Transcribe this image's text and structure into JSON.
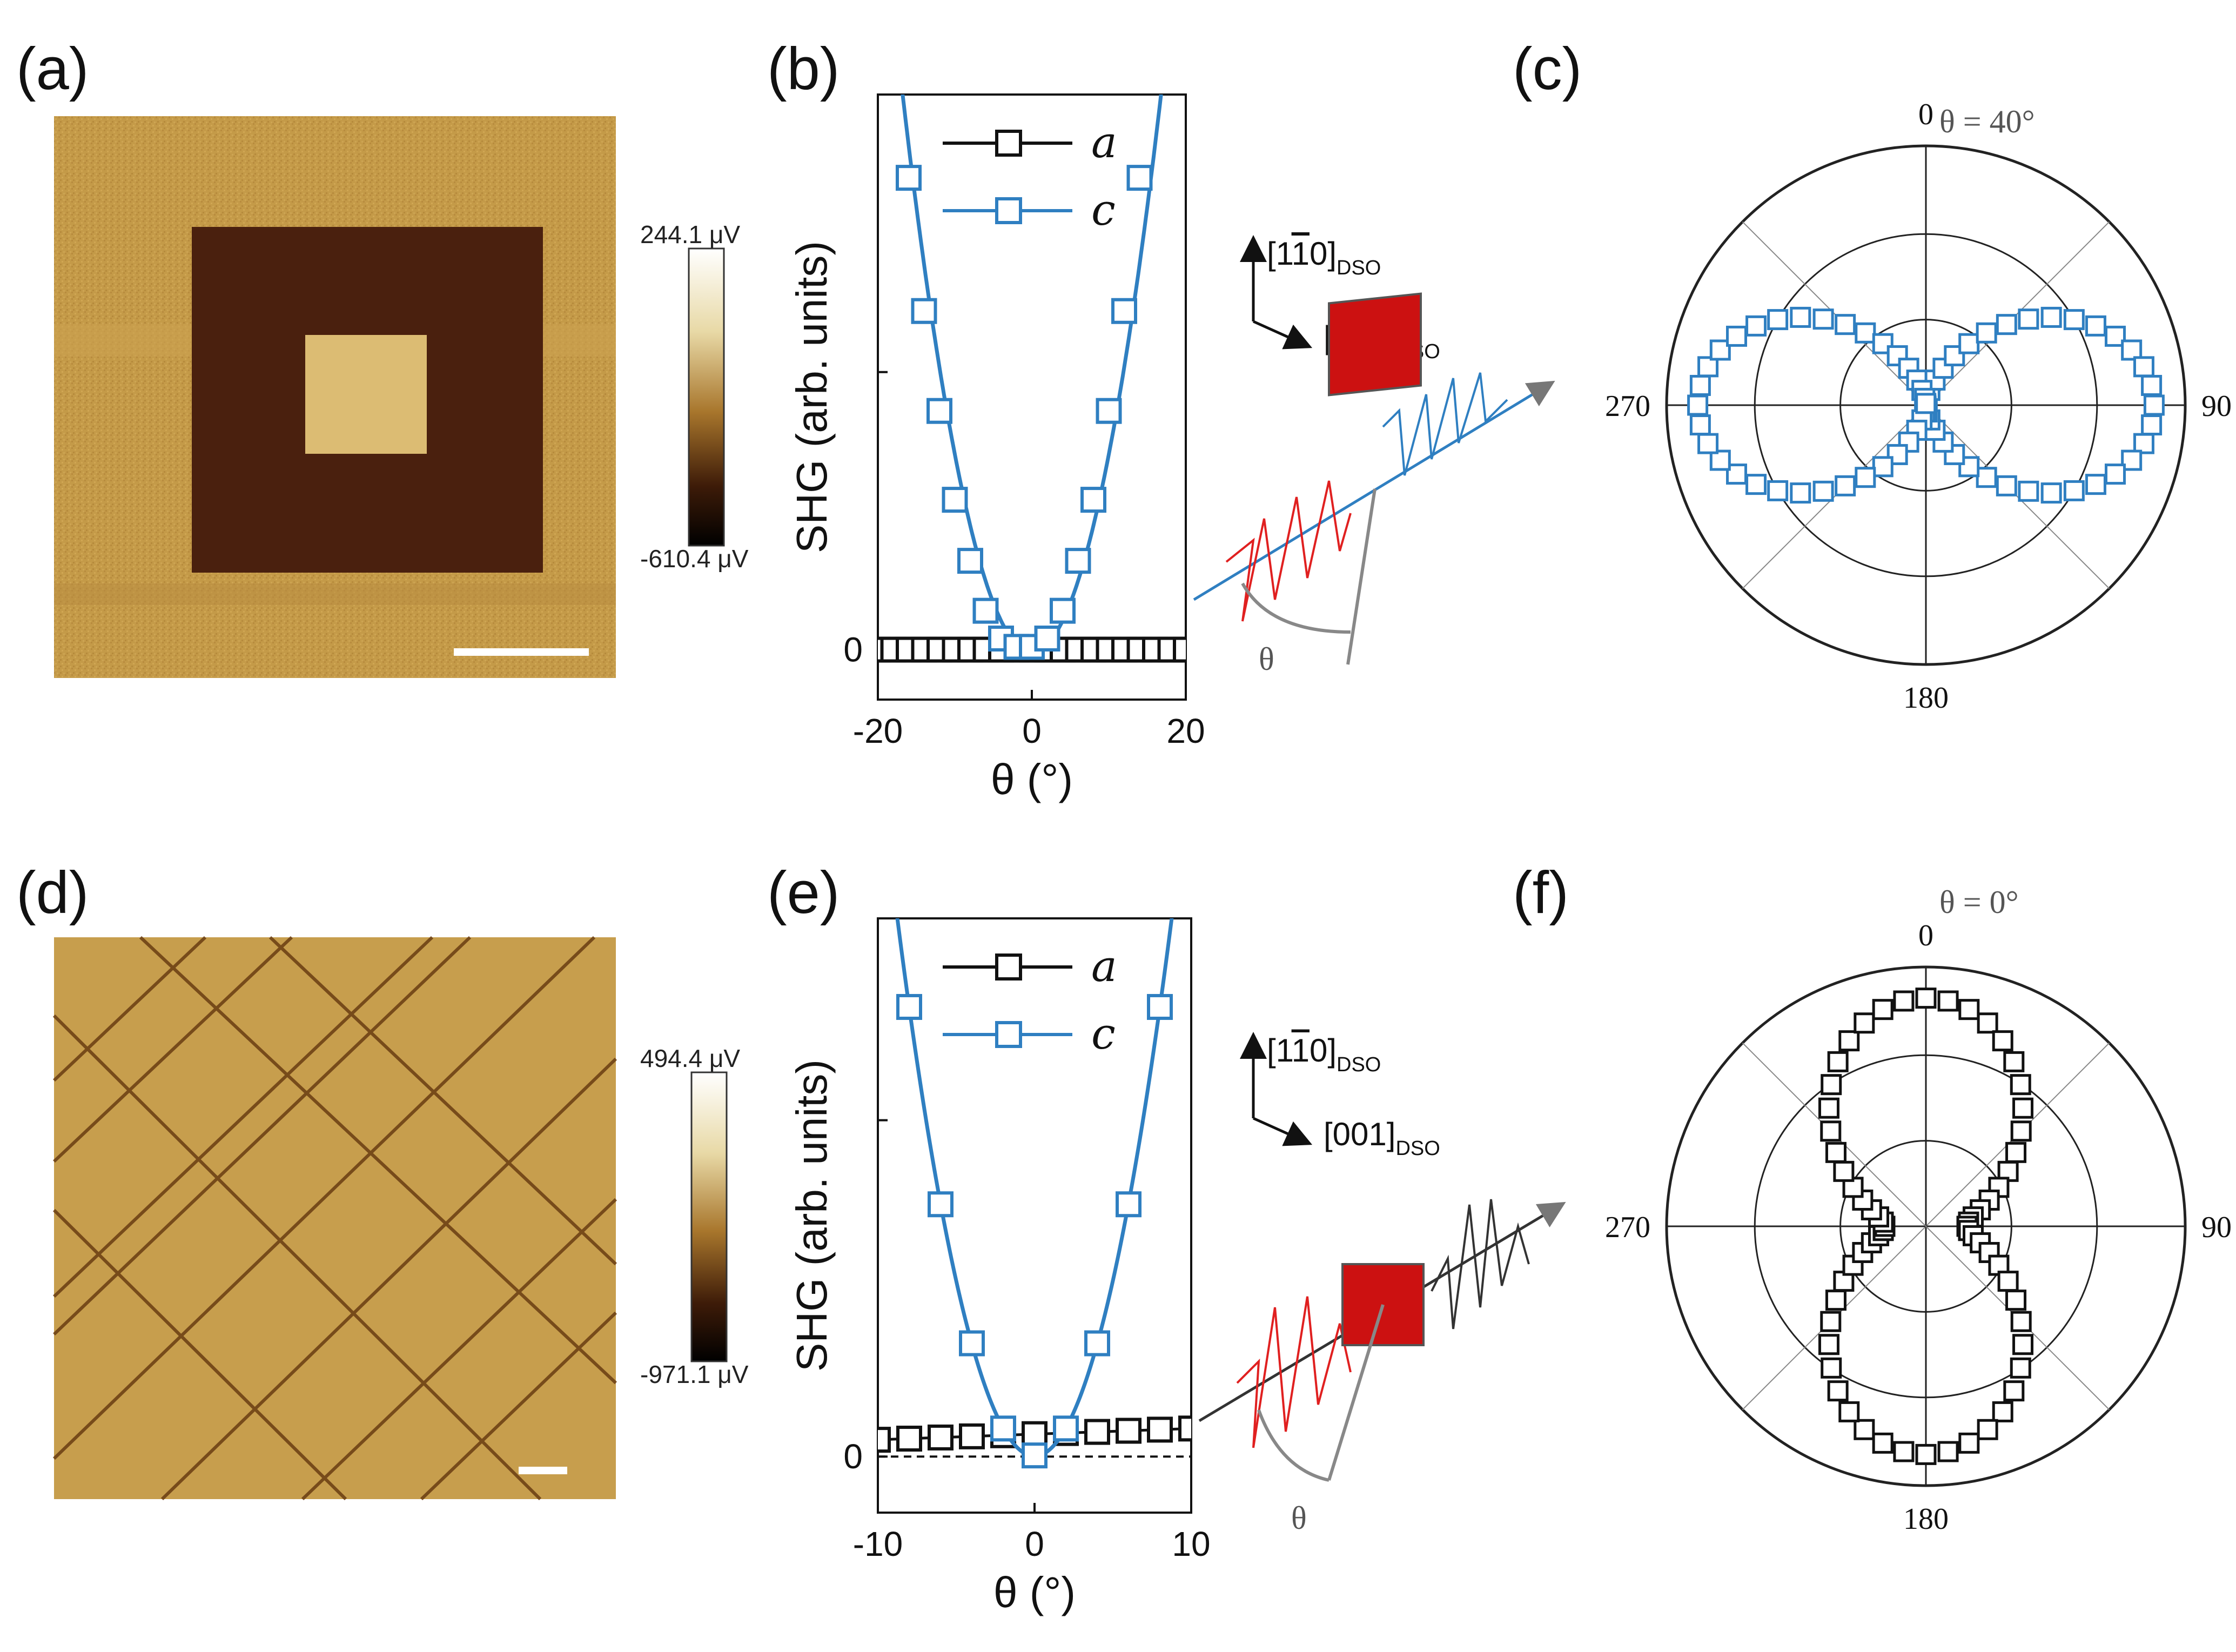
{
  "panels": {
    "a": {
      "label": "(a)",
      "colorbar": {
        "max": "244.1 μV",
        "min": "-610.4 μV"
      }
    },
    "b": {
      "label": "(b)"
    },
    "c": {
      "label": "(c)",
      "theta": "θ = 40°"
    },
    "d": {
      "label": "(d)",
      "colorbar": {
        "max": "494.4 μV",
        "min": "-971.1 μV"
      }
    },
    "e": {
      "label": "(e)"
    },
    "f": {
      "label": "(f)",
      "theta": "θ = 0°"
    }
  },
  "crystal_axes": {
    "axis_vertical": "[1",
    "overbar": "1",
    "axis_vertical_end": "0]",
    "axis_horizontal": "[001]",
    "subscript": "DSO"
  },
  "schematic": {
    "angle_label": "θ"
  },
  "colors": {
    "a_series": "#111111",
    "c_series": "#2f7fc1",
    "laser_in": "#e02020",
    "crystal": "#cc1111",
    "afm_bright": "#f3e6b8",
    "afm_mid": "#c39a4a",
    "afm_dark": "#3a1a08"
  },
  "chart_data": [
    {
      "panel": "b",
      "type": "line",
      "xlabel": "θ (°)",
      "ylabel": "SHG (arb. units)",
      "xlim": [
        -20,
        20
      ],
      "ylim": [
        -0.09,
        1.0
      ],
      "xticks": [
        "-20",
        "0",
        "20"
      ],
      "yticks": [
        {
          "value": 0,
          "label": "0"
        },
        {
          "value": 0.5,
          "label": ""
        }
      ],
      "legend": {
        "position": "top-left"
      },
      "series": [
        {
          "name": "a",
          "marker": "square",
          "x": [
            -20,
            -18,
            -16,
            -14,
            -12,
            -10,
            -8,
            -6,
            -4,
            -2,
            0,
            2,
            4,
            6,
            8,
            10,
            12,
            14,
            16,
            18,
            20
          ],
          "y": [
            0,
            0,
            0,
            0,
            0,
            0,
            0,
            0,
            0,
            0,
            0,
            0,
            0,
            0,
            0,
            0,
            0,
            0,
            0,
            0,
            0
          ]
        },
        {
          "name": "c",
          "marker": "square",
          "x": [
            -16,
            -14,
            -12,
            -10,
            -8,
            -6,
            -4,
            -2,
            0,
            2,
            4,
            6,
            8,
            10,
            12,
            14
          ],
          "y": [
            0.85,
            0.61,
            0.43,
            0.27,
            0.16,
            0.07,
            0.02,
            0.005,
            0.005,
            0.02,
            0.07,
            0.16,
            0.27,
            0.43,
            0.61,
            0.85
          ],
          "fit": "quadratic"
        }
      ]
    },
    {
      "panel": "c",
      "type": "scatter",
      "subtype": "polar",
      "angle_labels": [
        "0",
        "90",
        "180",
        "270"
      ],
      "series": [
        {
          "name": "",
          "marker": "square",
          "lobe_axis_deg": 90,
          "note": "two-lobe pattern along 90°–270°"
        }
      ]
    },
    {
      "panel": "e",
      "type": "line",
      "xlabel": "θ (°)",
      "ylabel": "SHG (arb. units)",
      "xlim": [
        -10,
        10
      ],
      "ylim": [
        -0.025,
        0.24
      ],
      "xticks": [
        "-10",
        "0",
        "10"
      ],
      "yticks": [
        {
          "value": 0,
          "label": "0"
        },
        {
          "value": 0.15,
          "label": ""
        }
      ],
      "legend": {
        "position": "top-left"
      },
      "series": [
        {
          "name": "a",
          "marker": "square",
          "x": [
            -10,
            -8,
            -6,
            -4,
            -2,
            0,
            2,
            4,
            6,
            8,
            10
          ],
          "y": [
            0.0075,
            0.008,
            0.0085,
            0.009,
            0.0095,
            0.01,
            0.0105,
            0.011,
            0.0115,
            0.012,
            0.0125
          ]
        },
        {
          "name": "c",
          "marker": "square",
          "x": [
            -8,
            -6,
            -4,
            -2,
            0,
            2,
            4,
            6,
            8
          ],
          "y": [
            0.2005,
            0.1125,
            0.0505,
            0.0125,
            0.0005,
            0.0125,
            0.0505,
            0.1125,
            0.2005
          ],
          "fit": "quadratic"
        }
      ]
    },
    {
      "panel": "f",
      "type": "scatter",
      "subtype": "polar",
      "angle_labels": [
        "0",
        "90",
        "180",
        "270"
      ],
      "series": [
        {
          "name": "",
          "marker": "square",
          "lobe_axis_deg": 0,
          "note": "two-lobe pattern along 0°–180°"
        }
      ]
    }
  ]
}
